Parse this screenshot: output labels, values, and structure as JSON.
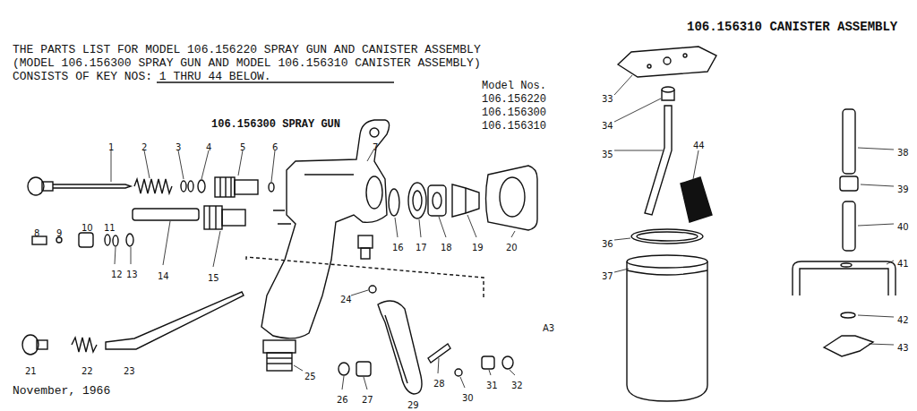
{
  "diagram": {
    "labels": [
      "106.156310 CANISTER ASSEMBLY",
      "THE PARTS LIST FOR MODEL 106.156220 SPRAY GUN AND CANISTER ASSEMBLY",
      "(MODEL 106.156300 SPRAY GUN AND MODEL 106.156310 CANISTER ASSEMBLY)",
      "CONSISTS OF KEY NOS: 1 THRU 44 BELOW.",
      "Model Nos.",
      "106.156220",
      "106.156300",
      "106.156310",
      "106.156300 SPRAY GUN",
      "1",
      "2",
      "3",
      "4",
      "5",
      "6",
      "7",
      "8",
      "9",
      "10",
      "11",
      "12",
      "13",
      "14",
      "15",
      "16",
      "17",
      "18",
      "19",
      "20",
      "21",
      "22",
      "23",
      "24",
      "25",
      "26",
      "27",
      "28",
      "29",
      "30",
      "31",
      "32",
      "A3",
      "33",
      "34",
      "35",
      "44",
      "36",
      "37",
      "38",
      "39",
      "40",
      "41",
      "42",
      "43",
      "November, 1966"
    ]
  }
}
